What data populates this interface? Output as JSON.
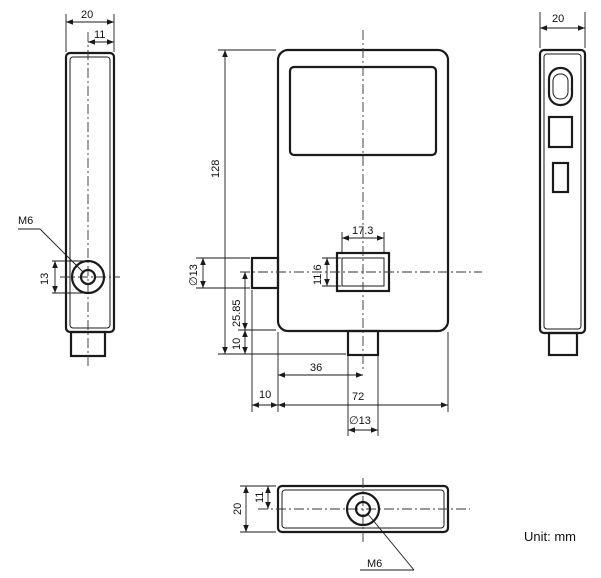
{
  "dimensions": {
    "left_width": "20",
    "left_center": "11",
    "left_hole_height": "13",
    "front_height": "128",
    "window_width": "17.3",
    "window_height": "11.6",
    "left_port_diameter": "∅13",
    "distance_bottom_to_port": "25.85",
    "bottom_offset": "10",
    "center_distance": "36",
    "side_offset": "10",
    "total_width": "72",
    "bottom_port_diameter": "∅13",
    "right_width": "20",
    "bottom_height": "20",
    "bottom_center": "11"
  },
  "labels": {
    "left_thread": "M6",
    "bottom_thread": "M6",
    "unit": "Unit: mm"
  }
}
